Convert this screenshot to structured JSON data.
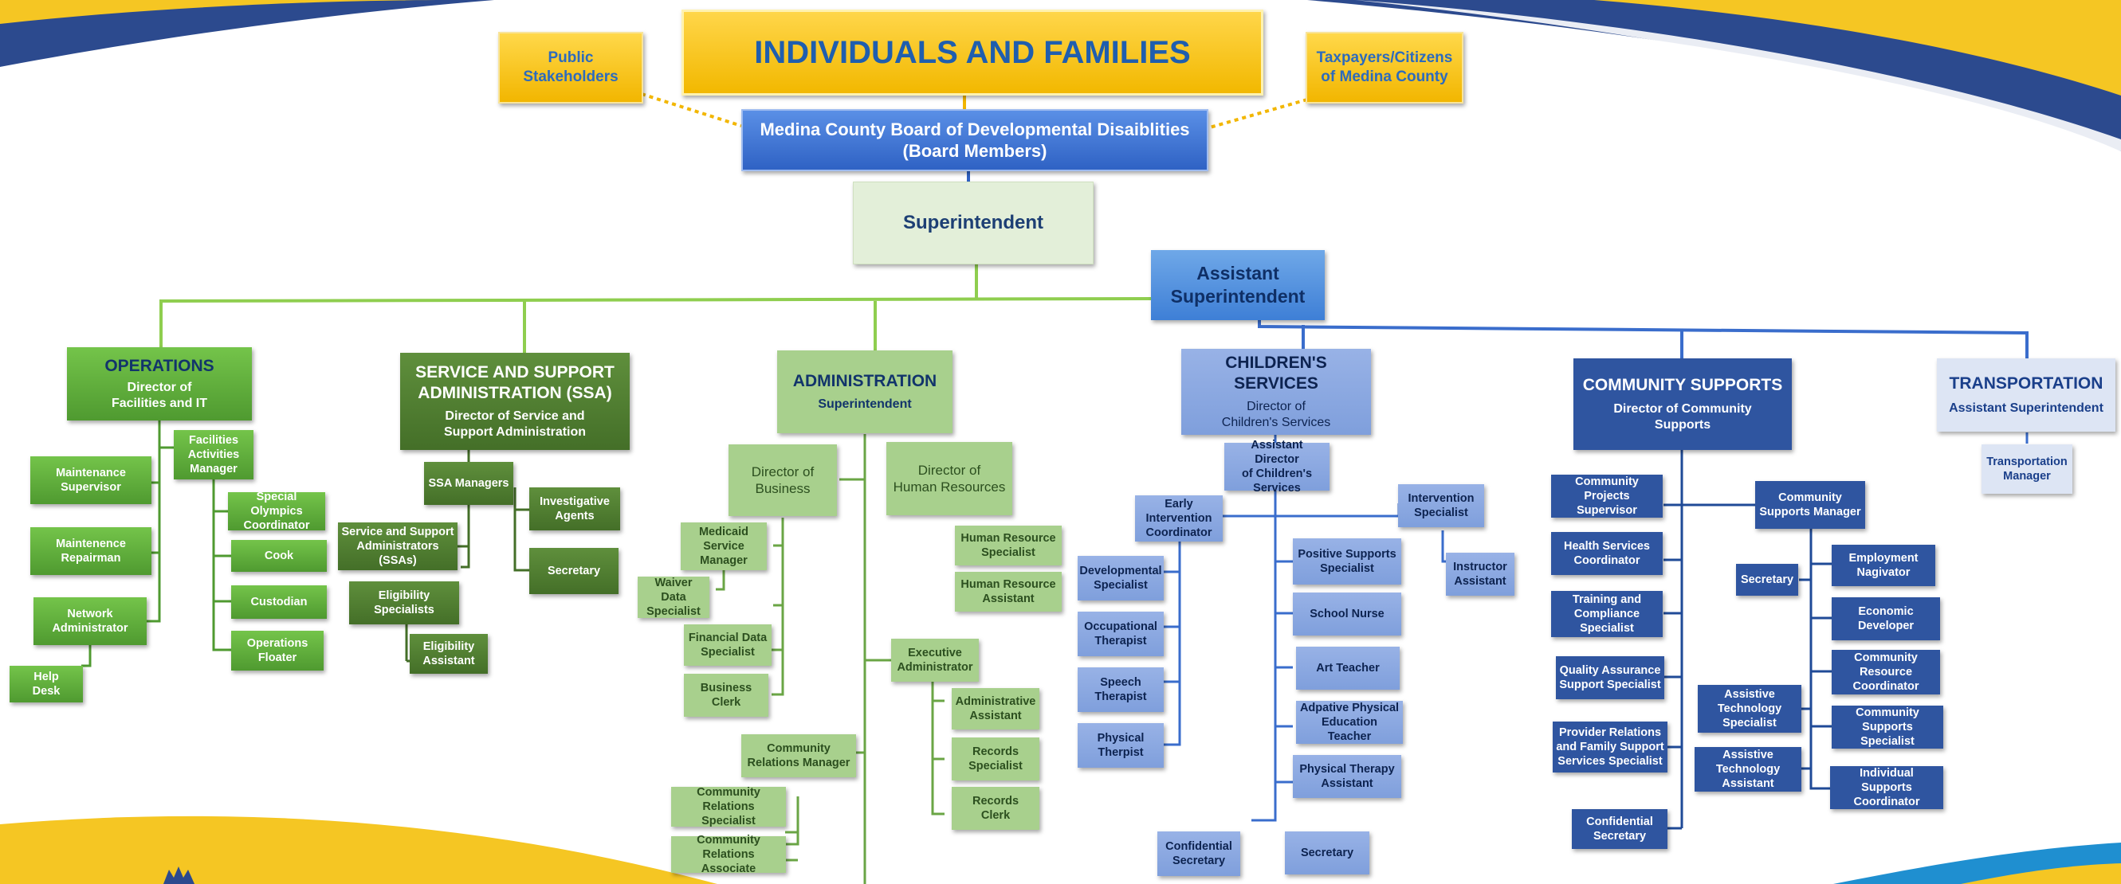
{
  "top": {
    "title": "INDIVIDUALS AND FAMILIES",
    "left_stakeholder": [
      "Public",
      "Stakeholders"
    ],
    "right_stakeholder": [
      "Taxpayers/Citizens",
      "of Medina County"
    ],
    "board": [
      "Medina County Board of Developmental Disaiblities",
      "(Board Members)"
    ],
    "superintendent": "Superintendent",
    "assistant_superintendent": [
      "Assistant",
      "Superintendent"
    ]
  },
  "departments": {
    "operations": {
      "title": "OPERATIONS",
      "head": [
        "Director of",
        "Facilities and IT"
      ],
      "staff": {
        "maintenance_supervisor": [
          "Maintenance",
          "Supervisor"
        ],
        "maintenance_repairman": [
          "Maintenence",
          "Repairman"
        ],
        "network_administrator": [
          "Network",
          "Administrator"
        ],
        "help_desk": [
          "Help",
          "Desk"
        ],
        "facilities_manager": [
          "Facilities",
          "Activities",
          "Manager"
        ],
        "special_olympics": [
          "Special Olympics",
          "Coordinator"
        ],
        "cook": [
          "Cook"
        ],
        "custodian": [
          "Custodian"
        ],
        "operations_floater": [
          "Operations",
          "Floater"
        ]
      }
    },
    "ssa": {
      "title": [
        "SERVICE AND SUPPORT",
        "ADMINISTRATION (SSA)"
      ],
      "head": [
        "Director of Service and",
        "Support Administration"
      ],
      "staff": {
        "ssa_managers": [
          "SSA Managers"
        ],
        "ssas": [
          "Service and Support",
          "Administrators",
          "(SSAs)"
        ],
        "eligibility_specialists": [
          "Eligibility",
          "Specialists"
        ],
        "eligibility_assistant": [
          "Eligibility",
          "Assistant"
        ],
        "investigative_agents": [
          "Investigative",
          "Agents"
        ],
        "secretary": [
          "Secretary"
        ]
      }
    },
    "administration": {
      "title": "ADMINISTRATION",
      "head": [
        "Superintendent"
      ],
      "staff": {
        "director_business": [
          "Director of",
          "Business"
        ],
        "director_hr": [
          "Director of",
          "Human Resources"
        ],
        "medicaid_manager": [
          "Medicaid",
          "Service",
          "Manager"
        ],
        "waiver_data": [
          "Waiver Data",
          "Specialist"
        ],
        "financial_data": [
          "Financial Data",
          "Specialist"
        ],
        "business_clerk": [
          "Business",
          "Clerk"
        ],
        "hr_specialist": [
          "Human Resource",
          "Specialist"
        ],
        "hr_assistant": [
          "Human Resource",
          "Assistant"
        ],
        "executive_admin": [
          "Executive",
          "Administrator"
        ],
        "admin_assistant": [
          "Administrative",
          "Assistant"
        ],
        "records_specialist": [
          "Records",
          "Specialist"
        ],
        "records_clerk": [
          "Records",
          "Clerk"
        ],
        "community_relations_manager": [
          "Community",
          "Relations Manager"
        ],
        "community_relations_specialist": [
          "Community",
          "Relations Specialist"
        ],
        "community_relations_associate": [
          "Community",
          "Relations Associate"
        ]
      }
    },
    "childrens": {
      "title": "CHILDREN'S SERVICES",
      "head": [
        "Director of",
        "Children's Services"
      ],
      "staff": {
        "assistant_director": [
          "Assistant Director",
          "of Children's",
          "Services"
        ],
        "early_intervention": [
          "Early",
          "Intervention",
          "Coordinator"
        ],
        "developmental_specialist": [
          "Developmental",
          "Specialist"
        ],
        "occupational_therapist": [
          "Occupational",
          "Therapist"
        ],
        "speech_therapist": [
          "Speech",
          "Therapist"
        ],
        "physical_therpist": [
          "Physical",
          "Therpist"
        ],
        "intervention_specialist": [
          "Intervention",
          "Specialist"
        ],
        "instructor_assistant": [
          "Instructor",
          "Assistant"
        ],
        "positive_supports": [
          "Positive Supports",
          "Specialist"
        ],
        "school_nurse": [
          "School Nurse"
        ],
        "art_teacher": [
          "Art Teacher"
        ],
        "adaptive_pe": [
          "Adpative Physical",
          "Education Teacher"
        ],
        "pt_assistant": [
          "Physical Therapy",
          "Assistant"
        ],
        "confidential_secretary": [
          "Confidential",
          "Secretary"
        ],
        "secretary": [
          "Secretary"
        ]
      }
    },
    "community": {
      "title": "COMMUNITY SUPPORTS",
      "head": [
        "Director of Community",
        "Supports"
      ],
      "staff": {
        "projects_supervisor": [
          "Community",
          "Projects Supervisor"
        ],
        "health_services": [
          "Health Services",
          "Coordinator"
        ],
        "training_compliance": [
          "Training and",
          "Compliance",
          "Specialist"
        ],
        "quality_assurance": [
          "Quality Assurance",
          "Support Specialist"
        ],
        "provider_relations": [
          "Provider Relations",
          "and Family Support",
          "Services Specialist"
        ],
        "confidential_secretary": [
          "Confidential",
          "Secretary"
        ],
        "supports_manager": [
          "Community",
          "Supports Manager"
        ],
        "secretary": [
          "Secretary"
        ],
        "assistive_tech_specialist": [
          "Assistive",
          "Technology",
          "Specialist"
        ],
        "assistive_tech_assistant": [
          "Assistive",
          "Technology",
          "Assistant"
        ],
        "employment_navigator": [
          "Employment",
          "Nagivator"
        ],
        "economic_developer": [
          "Economic",
          "Developer"
        ],
        "resource_coordinator": [
          "Community",
          "Resource",
          "Coordinator"
        ],
        "supports_specialist": [
          "Community",
          "Supports Specialist"
        ],
        "individual_supports": [
          "Individual Supports",
          "Coordinator"
        ]
      }
    },
    "transportation": {
      "title": "TRANSPORTATION",
      "head": [
        "Assistant Superintendent"
      ],
      "staff": {
        "transportation_manager": [
          "Transportation",
          "Manager"
        ]
      }
    }
  },
  "colors": {
    "gold": "#f2b600",
    "board_blue": "#2f62c4",
    "ops_green": "#4f9a30",
    "ssa_green": "#446f28",
    "admin_green": "#a8d08d",
    "children_blue": "#8aa8e0",
    "community_blue": "#2f55a0",
    "transport_blue": "#dde5f4",
    "banner_navy": "#2c4a8e"
  }
}
